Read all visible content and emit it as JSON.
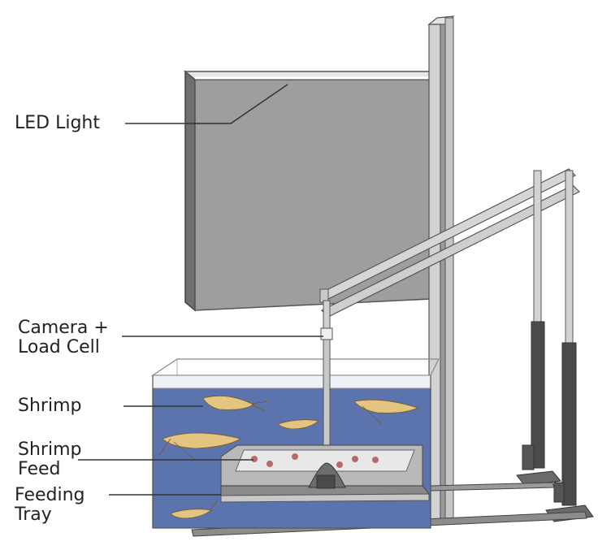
{
  "labels": {
    "led_light": "LED Light",
    "camera_load_cell": [
      "Camera +",
      "Load Cell"
    ],
    "shrimp": "Shrimp",
    "shrimp_feed": [
      "Shrimp",
      "Feed"
    ],
    "feeding_tray": [
      "Feeding",
      "Tray"
    ]
  },
  "colors": {
    "panel_face": "#9e9e9e",
    "panel_edge": "#777777",
    "frame_metal": "#d0d0d0",
    "frame_stroke": "#555555",
    "water": "#5b74ad",
    "tray_gray": "#8a8a8a",
    "feed_pellet": "#b86a6a",
    "shrimp_body": "#e3c480",
    "leader_line": "#333333"
  }
}
